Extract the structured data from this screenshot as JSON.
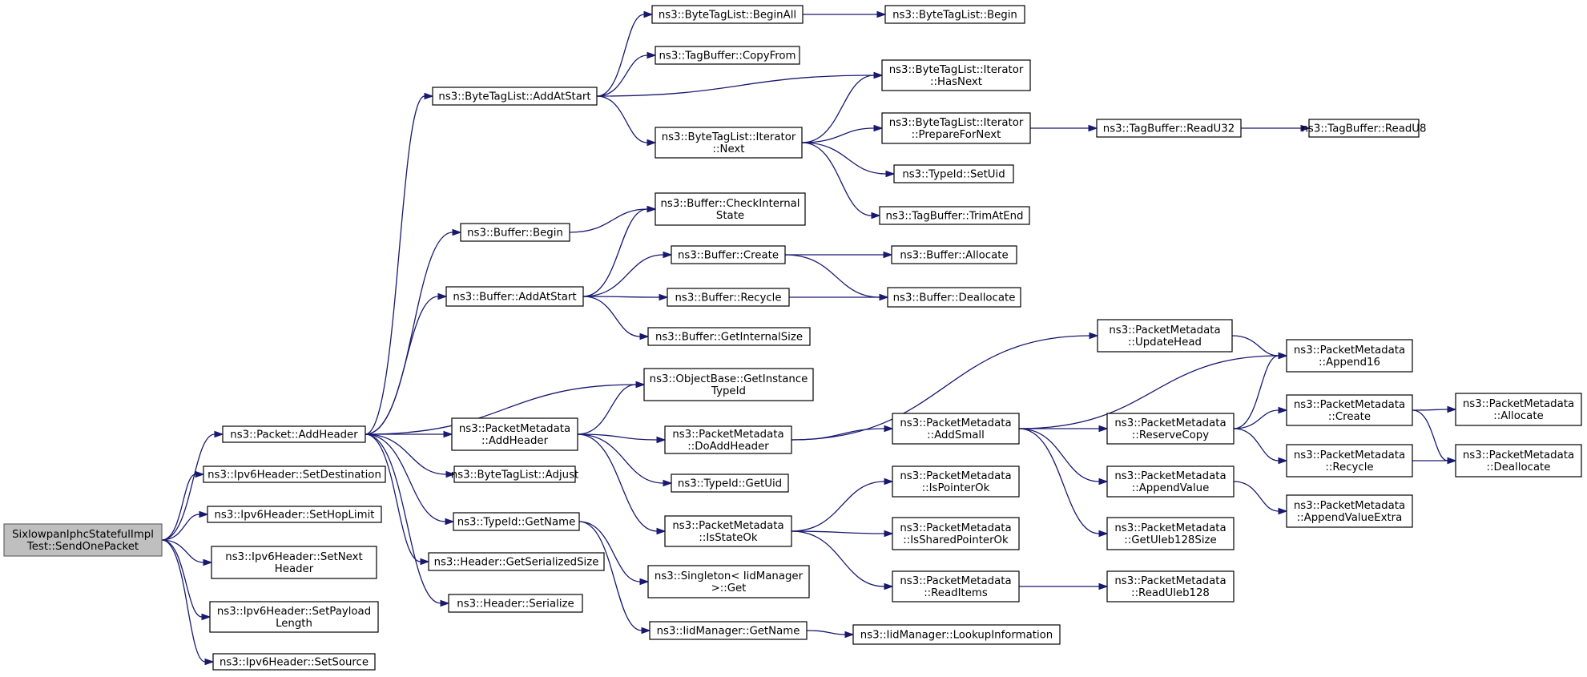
{
  "nodes": [
    {
      "id": "root",
      "lines": [
        "SixlowpanIphcStatefulImpl",
        "Test::SendOnePacket"
      ],
      "root": true
    },
    {
      "id": "pkt_addheader",
      "lines": [
        "ns3::Packet::AddHeader"
      ]
    },
    {
      "id": "ipv6_setdest",
      "lines": [
        "ns3::Ipv6Header::SetDestination"
      ]
    },
    {
      "id": "ipv6_sethop",
      "lines": [
        "ns3::Ipv6Header::SetHopLimit"
      ]
    },
    {
      "id": "ipv6_setnext",
      "lines": [
        "ns3::Ipv6Header::SetNext",
        "Header"
      ]
    },
    {
      "id": "ipv6_setpayload",
      "lines": [
        "ns3::Ipv6Header::SetPayload",
        "Length"
      ]
    },
    {
      "id": "ipv6_setsource",
      "lines": [
        "ns3::Ipv6Header::SetSource"
      ]
    },
    {
      "id": "btl_addatstart",
      "lines": [
        "ns3::ByteTagList::AddAtStart"
      ]
    },
    {
      "id": "buf_begin",
      "lines": [
        "ns3::Buffer::Begin"
      ]
    },
    {
      "id": "buf_addatstart",
      "lines": [
        "ns3::Buffer::AddAtStart"
      ]
    },
    {
      "id": "pm_addheader",
      "lines": [
        "ns3::PacketMetadata",
        "::AddHeader"
      ]
    },
    {
      "id": "btl_adjust",
      "lines": [
        "ns3::ByteTagList::Adjust"
      ]
    },
    {
      "id": "typeid_getname",
      "lines": [
        "ns3::TypeId::GetName"
      ]
    },
    {
      "id": "hdr_getsersize",
      "lines": [
        "ns3::Header::GetSerializedSize"
      ]
    },
    {
      "id": "hdr_serialize",
      "lines": [
        "ns3::Header::Serialize"
      ]
    },
    {
      "id": "btl_beginall",
      "lines": [
        "ns3::ByteTagList::BeginAll"
      ]
    },
    {
      "id": "tb_copyfrom",
      "lines": [
        "ns3::TagBuffer::CopyFrom"
      ]
    },
    {
      "id": "btl_iter_next",
      "lines": [
        "ns3::ByteTagList::Iterator",
        "::Next"
      ]
    },
    {
      "id": "buf_checkinternal",
      "lines": [
        "ns3::Buffer::CheckInternal",
        "State"
      ]
    },
    {
      "id": "buf_create",
      "lines": [
        "ns3::Buffer::Create"
      ]
    },
    {
      "id": "buf_recycle",
      "lines": [
        "ns3::Buffer::Recycle"
      ]
    },
    {
      "id": "buf_getinternalsize",
      "lines": [
        "ns3::Buffer::GetInternalSize"
      ]
    },
    {
      "id": "ob_getinstancetypeid",
      "lines": [
        "ns3::ObjectBase::GetInstance",
        "TypeId"
      ]
    },
    {
      "id": "pm_doaddheader",
      "lines": [
        "ns3::PacketMetadata",
        "::DoAddHeader"
      ]
    },
    {
      "id": "typeid_getuid",
      "lines": [
        "ns3::TypeId::GetUid"
      ]
    },
    {
      "id": "pm_isstateok",
      "lines": [
        "ns3::PacketMetadata",
        "::IsStateOk"
      ]
    },
    {
      "id": "singleton_get",
      "lines": [
        "ns3::Singleton< IidManager",
        " >::Get"
      ]
    },
    {
      "id": "iid_getname",
      "lines": [
        "ns3::IidManager::GetName"
      ]
    },
    {
      "id": "btl_begin",
      "lines": [
        "ns3::ByteTagList::Begin"
      ]
    },
    {
      "id": "btl_iter_hasnext",
      "lines": [
        "ns3::ByteTagList::Iterator",
        "::HasNext"
      ]
    },
    {
      "id": "btl_iter_prepare",
      "lines": [
        "ns3::ByteTagList::Iterator",
        "::PrepareForNext"
      ]
    },
    {
      "id": "typeid_setuid",
      "lines": [
        "ns3::TypeId::SetUid"
      ]
    },
    {
      "id": "tb_trimatend",
      "lines": [
        "ns3::TagBuffer::TrimAtEnd"
      ]
    },
    {
      "id": "buf_allocate",
      "lines": [
        "ns3::Buffer::Allocate"
      ]
    },
    {
      "id": "buf_deallocate",
      "lines": [
        "ns3::Buffer::Deallocate"
      ]
    },
    {
      "id": "pm_updatehead",
      "lines": [
        "ns3::PacketMetadata",
        "::UpdateHead"
      ]
    },
    {
      "id": "pm_addsmall",
      "lines": [
        "ns3::PacketMetadata",
        "::AddSmall"
      ]
    },
    {
      "id": "pm_ispointerok",
      "lines": [
        "ns3::PacketMetadata",
        "::IsPointerOk"
      ]
    },
    {
      "id": "pm_issharedpointerok",
      "lines": [
        "ns3::PacketMetadata",
        "::IsSharedPointerOk"
      ]
    },
    {
      "id": "pm_readitems",
      "lines": [
        "ns3::PacketMetadata",
        "::ReadItems"
      ]
    },
    {
      "id": "iid_lookupinfo",
      "lines": [
        "ns3::IidManager::LookupInformation"
      ]
    },
    {
      "id": "tb_readu32",
      "lines": [
        "ns3::TagBuffer::ReadU32"
      ]
    },
    {
      "id": "tb_readu8",
      "lines": [
        "ns3::TagBuffer::ReadU8"
      ]
    },
    {
      "id": "pm_append16",
      "lines": [
        "ns3::PacketMetadata",
        "::Append16"
      ]
    },
    {
      "id": "pm_reservecopy",
      "lines": [
        "ns3::PacketMetadata",
        "::ReserveCopy"
      ]
    },
    {
      "id": "pm_appendvalue",
      "lines": [
        "ns3::PacketMetadata",
        "::AppendValue"
      ]
    },
    {
      "id": "pm_getuleb128size",
      "lines": [
        "ns3::PacketMetadata",
        "::GetUleb128Size"
      ]
    },
    {
      "id": "pm_readuleb128",
      "lines": [
        "ns3::PacketMetadata",
        "::ReadUleb128"
      ]
    },
    {
      "id": "pm_create",
      "lines": [
        "ns3::PacketMetadata",
        "::Create"
      ]
    },
    {
      "id": "pm_recycle",
      "lines": [
        "ns3::PacketMetadata",
        "::Recycle"
      ]
    },
    {
      "id": "pm_appendvalueextra",
      "lines": [
        "ns3::PacketMetadata",
        "::AppendValueExtra"
      ]
    },
    {
      "id": "pm_allocate",
      "lines": [
        "ns3::PacketMetadata",
        "::Allocate"
      ]
    },
    {
      "id": "pm_deallocate",
      "lines": [
        "ns3::PacketMetadata",
        "::Deallocate"
      ]
    }
  ],
  "edges": [
    [
      "root",
      "pkt_addheader"
    ],
    [
      "root",
      "ipv6_setdest"
    ],
    [
      "root",
      "ipv6_sethop"
    ],
    [
      "root",
      "ipv6_setnext"
    ],
    [
      "root",
      "ipv6_setpayload"
    ],
    [
      "root",
      "ipv6_setsource"
    ],
    [
      "pkt_addheader",
      "btl_addatstart"
    ],
    [
      "pkt_addheader",
      "buf_begin"
    ],
    [
      "pkt_addheader",
      "buf_addatstart"
    ],
    [
      "pkt_addheader",
      "ob_getinstancetypeid"
    ],
    [
      "pkt_addheader",
      "pm_addheader"
    ],
    [
      "pkt_addheader",
      "btl_adjust"
    ],
    [
      "pkt_addheader",
      "typeid_getname"
    ],
    [
      "pkt_addheader",
      "hdr_getsersize"
    ],
    [
      "pkt_addheader",
      "hdr_serialize"
    ],
    [
      "btl_addatstart",
      "btl_beginall"
    ],
    [
      "btl_addatstart",
      "tb_copyfrom"
    ],
    [
      "btl_addatstart",
      "btl_iter_hasnext"
    ],
    [
      "btl_addatstart",
      "btl_iter_next"
    ],
    [
      "btl_beginall",
      "btl_begin"
    ],
    [
      "btl_iter_next",
      "btl_iter_hasnext"
    ],
    [
      "btl_iter_next",
      "btl_iter_prepare"
    ],
    [
      "btl_iter_next",
      "typeid_setuid"
    ],
    [
      "btl_iter_next",
      "tb_trimatend"
    ],
    [
      "btl_iter_prepare",
      "tb_readu32"
    ],
    [
      "tb_readu32",
      "tb_readu8"
    ],
    [
      "buf_begin",
      "buf_checkinternal"
    ],
    [
      "buf_addatstart",
      "buf_checkinternal"
    ],
    [
      "buf_addatstart",
      "buf_create"
    ],
    [
      "buf_addatstart",
      "buf_recycle"
    ],
    [
      "buf_addatstart",
      "buf_getinternalsize"
    ],
    [
      "buf_create",
      "buf_allocate"
    ],
    [
      "buf_create",
      "buf_deallocate"
    ],
    [
      "buf_recycle",
      "buf_deallocate"
    ],
    [
      "pm_addheader",
      "ob_getinstancetypeid"
    ],
    [
      "pm_addheader",
      "pm_doaddheader"
    ],
    [
      "pm_addheader",
      "typeid_getuid"
    ],
    [
      "pm_addheader",
      "pm_isstateok"
    ],
    [
      "pm_doaddheader",
      "pm_updatehead"
    ],
    [
      "pm_doaddheader",
      "pm_addsmall"
    ],
    [
      "pm_updatehead",
      "pm_append16"
    ],
    [
      "pm_addsmall",
      "pm_append16"
    ],
    [
      "pm_addsmall",
      "pm_reservecopy"
    ],
    [
      "pm_addsmall",
      "pm_appendvalue"
    ],
    [
      "pm_addsmall",
      "pm_getuleb128size"
    ],
    [
      "pm_reservecopy",
      "pm_append16"
    ],
    [
      "pm_reservecopy",
      "pm_create"
    ],
    [
      "pm_reservecopy",
      "pm_recycle"
    ],
    [
      "pm_create",
      "pm_allocate"
    ],
    [
      "pm_create",
      "pm_deallocate"
    ],
    [
      "pm_recycle",
      "pm_deallocate"
    ],
    [
      "pm_appendvalue",
      "pm_appendvalueextra"
    ],
    [
      "pm_isstateok",
      "pm_ispointerok"
    ],
    [
      "pm_isstateok",
      "pm_issharedpointerok"
    ],
    [
      "pm_isstateok",
      "pm_readitems"
    ],
    [
      "pm_readitems",
      "pm_readuleb128"
    ],
    [
      "typeid_getname",
      "singleton_get"
    ],
    [
      "typeid_getname",
      "iid_getname"
    ],
    [
      "iid_getname",
      "iid_lookupinfo"
    ]
  ]
}
